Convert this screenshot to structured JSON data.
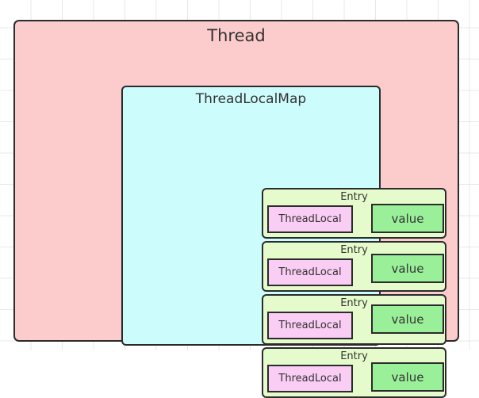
{
  "diagram": {
    "title": "Thread",
    "colors": {
      "thread_fill": "#fccccc",
      "map_fill": "#ccfcfc",
      "entry_fill": "#e6fbcc",
      "threadlocal_fill": "#facdf5",
      "value_fill": "#99f099",
      "stroke": "#2b2b2b",
      "grid": "#e8e8e8"
    },
    "thread": {
      "label": "Thread",
      "map": {
        "label": "ThreadLocalMap",
        "entries": [
          {
            "label": "Entry",
            "key_label": "ThreadLocal",
            "value_label": "value"
          },
          {
            "label": "Entry",
            "key_label": "ThreadLocal",
            "value_label": "value"
          },
          {
            "label": "Entry",
            "key_label": "ThreadLocal",
            "value_label": "value"
          },
          {
            "label": "Entry",
            "key_label": "ThreadLocal",
            "value_label": "value"
          }
        ]
      }
    }
  }
}
